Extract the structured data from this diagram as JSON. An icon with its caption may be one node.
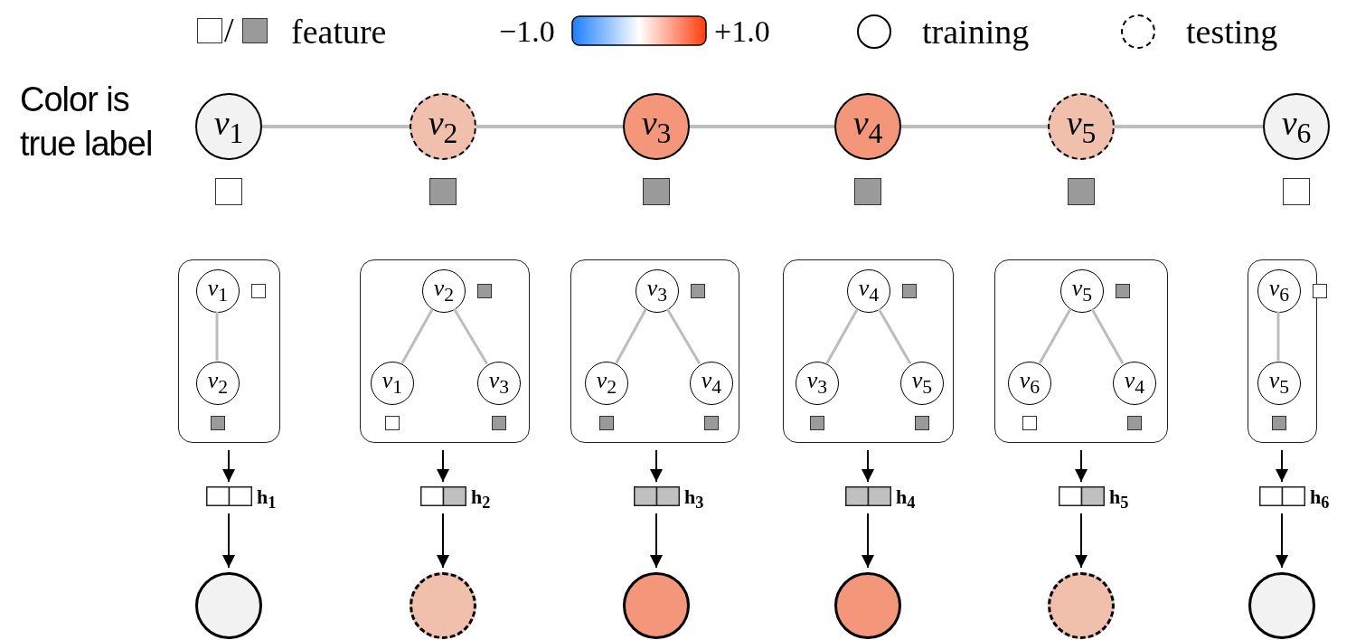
{
  "diagram": {
    "nodes": [
      {
        "text": [
          "v$_{1}$"
        ]
      },
      {
        "text": [
          "v$_{2}$"
        ]
      },
      {
        "text": [
          "v$_{3}$"
        ]
      },
      {
        "text": [
          "v$_{4}$"
        ]
      },
      {
        "text": [
          "v$_{5}$"
        ]
      },
      {
        "text": [
          "v$_{6}$"
        ]
      },
      {
        "text": [],
        "shape": "box"
      },
      {
        "text": [
          "v$_{1}$"
        ],
        "in": 6
      },
      {
        "text": [
          "v$_{2}$"
        ],
        "in": 6
      },
      {
        "text": [
          "h$_{1}$"
        ]
      },
      {
        "text": [],
        "shape": "circle"
      },
      {
        "text": [],
        "shape": "box"
      },
      {
        "text": [
          "v$_{2}$"
        ],
        "in": 11
      },
      {
        "text": [
          "v$_{1}$"
        ],
        "in": 11
      },
      {
        "text": [
          "v$_{3}$"
        ],
        "in": 11
      },
      {
        "text": [
          "h$_{2}$"
        ]
      },
      {
        "text": [],
        "shape": "circle"
      },
      {
        "text": [],
        "shape": "box"
      },
      {
        "text": [
          "v$_{3}$"
        ],
        "in": 17
      },
      {
        "text": [
          "v$_{2}$"
        ],
        "in": 17
      },
      {
        "text": [
          "v$_{4}$"
        ],
        "in": 17
      },
      {
        "text": [
          "h$_{3}$"
        ]
      },
      {
        "text": [],
        "shape": "circle"
      },
      {
        "text": [],
        "shape": "box"
      },
      {
        "text": [
          "v$_{4}$"
        ],
        "in": 23
      },
      {
        "text": [
          "v$_{3}$"
        ],
        "in": 23
      },
      {
        "text": [
          "v$_{5}$"
        ],
        "in": 23
      },
      {
        "text": [
          "h$_{4}$"
        ]
      },
      {
        "text": [],
        "shape": "circle"
      },
      {
        "text": [],
        "shape": "box"
      },
      {
        "text": [
          "v$_{5}$"
        ],
        "in": 29
      },
      {
        "text": [
          "v$_{6}$"
        ],
        "in": 29
      },
      {
        "text": [
          "v$_{4}$"
        ],
        "in": 29
      },
      {
        "text": [
          "h$_{5}$"
        ]
      },
      {
        "text": [],
        "shape": "circle"
      },
      {
        "text": [],
        "shape": "box"
      },
      {
        "text": [
          "v$_{6}$"
        ],
        "in": 35
      },
      {
        "text": [
          "v$_{5}$"
        ],
        "in": 35
      },
      {
        "text": [
          "h$_{6}$"
        ]
      },
      {
        "text": [],
        "shape": "circle"
      }
    ],
    "edges": [
      {
        "from": 0,
        "to": 1,
        "arrow": "none",
        "color": "#bdbdbd"
      },
      {
        "from": 1,
        "to": 2,
        "arrow": "none",
        "color": "#bdbdbd"
      },
      {
        "from": 2,
        "to": 3,
        "arrow": "none",
        "color": "#bdbdbd"
      },
      {
        "from": 3,
        "to": 4,
        "arrow": "none",
        "color": "#bdbdbd"
      },
      {
        "from": 4,
        "to": 5,
        "arrow": "none",
        "color": "#bdbdbd"
      },
      {
        "from": 7,
        "to": 8,
        "arrow": "none",
        "color": "#bdbdbd"
      },
      {
        "from": 6,
        "to": 9,
        "arrow": "to",
        "color": "#000000"
      },
      {
        "from": 9,
        "to": 10,
        "arrow": "to",
        "color": "#000000"
      },
      {
        "from": 12,
        "to": 13,
        "arrow": "none",
        "color": "#bdbdbd"
      },
      {
        "from": 12,
        "to": 14,
        "arrow": "none",
        "color": "#bdbdbd"
      },
      {
        "from": 11,
        "to": 15,
        "arrow": "to",
        "color": "#000000"
      },
      {
        "from": 15,
        "to": 16,
        "arrow": "to",
        "color": "#000000"
      },
      {
        "from": 18,
        "to": 19,
        "arrow": "none",
        "color": "#bdbdbd"
      },
      {
        "from": 18,
        "to": 20,
        "arrow": "none",
        "color": "#bdbdbd"
      },
      {
        "from": 17,
        "to": 21,
        "arrow": "to",
        "color": "#000000"
      },
      {
        "from": 21,
        "to": 22,
        "arrow": "to",
        "color": "#000000"
      },
      {
        "from": 24,
        "to": 25,
        "arrow": "none",
        "color": "#bdbdbd"
      },
      {
        "from": 24,
        "to": 26,
        "arrow": "none",
        "color": "#bdbdbd"
      },
      {
        "from": 23,
        "to": 27,
        "arrow": "to",
        "color": "#000000"
      },
      {
        "from": 27,
        "to": 28,
        "arrow": "to",
        "color": "#000000"
      },
      {
        "from": 30,
        "to": 31,
        "arrow": "none",
        "color": "#bdbdbd"
      },
      {
        "from": 30,
        "to": 32,
        "arrow": "none",
        "color": "#bdbdbd"
      },
      {
        "from": 29,
        "to": 33,
        "arrow": "to",
        "color": "#000000"
      },
      {
        "from": 33,
        "to": 34,
        "arrow": "to",
        "color": "#000000"
      },
      {
        "from": 36,
        "to": 37,
        "arrow": "none",
        "color": "#bdbdbd"
      },
      {
        "from": 35,
        "to": 38,
        "arrow": "to",
        "color": "#000000"
      },
      {
        "from": 38,
        "to": 39,
        "arrow": "to",
        "color": "#000000"
      }
    ],
    "labels": [
      "/",
      "−1.0",
      "+1.0",
      "Color is true label"
    ],
    "legend": [
      {
        "text": "feature"
      },
      {
        "text": "training"
      },
      {
        "text": "testing"
      }
    ]
  }
}
